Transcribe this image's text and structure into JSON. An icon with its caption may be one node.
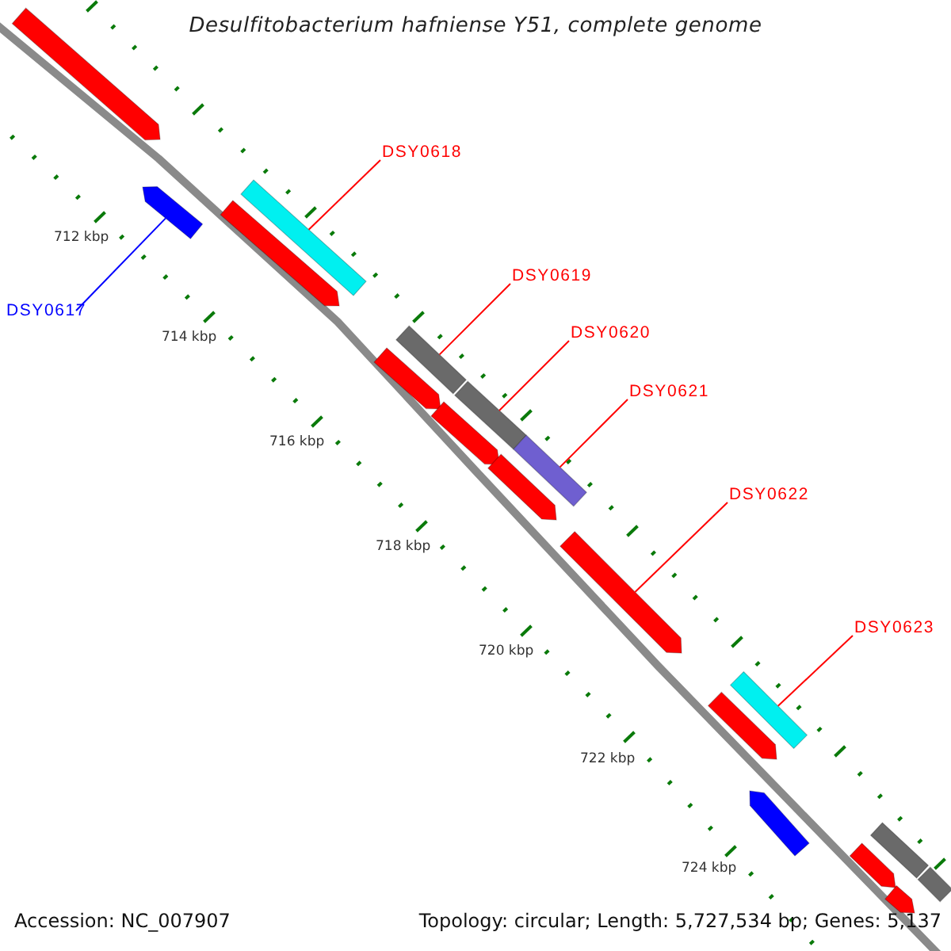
{
  "diagram": {
    "title": "Desulfitobacterium hafniense Y51, complete genome",
    "nodes": [
      {
        "text": [],
        "shape": "block"
      },
      {
        "text": [],
        "shape": "block"
      },
      {
        "text": [],
        "shape": "bar"
      },
      {
        "text": [],
        "shape": "block"
      },
      {
        "text": [],
        "shape": "bar"
      },
      {
        "text": [],
        "shape": "block"
      },
      {
        "text": [],
        "shape": "bar"
      },
      {
        "text": [],
        "shape": "block"
      },
      {
        "text": [],
        "shape": "bar"
      },
      {
        "text": [],
        "shape": "block"
      },
      {
        "text": [],
        "shape": "block"
      },
      {
        "text": [],
        "shape": "bar"
      },
      {
        "text": [],
        "shape": "block"
      },
      {
        "text": [],
        "shape": "block"
      },
      {
        "text": [],
        "shape": "bar"
      },
      {
        "text": [],
        "shape": "block"
      },
      {
        "text": [],
        "shape": "bar"
      },
      {
        "text": [],
        "shape": "block"
      },
      {
        "text": [
          "DSY0617"
        ]
      },
      {
        "text": [
          "DSY0618"
        ]
      },
      {
        "text": [
          "DSY0619"
        ]
      },
      {
        "text": [
          "DSY0620"
        ]
      },
      {
        "text": [
          "DSY0621"
        ]
      },
      {
        "text": [
          "DSY0622"
        ]
      },
      {
        "text": [
          "DSY0623"
        ]
      }
    ],
    "edges": [
      {
        "from": 18,
        "to": 1,
        "arrow": "none",
        "color": "#0000ff"
      },
      {
        "from": 19,
        "to": 2,
        "arrow": "none"
      },
      {
        "from": 20,
        "to": 4,
        "arrow": "none"
      },
      {
        "from": 21,
        "to": 6,
        "arrow": "none"
      },
      {
        "from": 22,
        "to": 8,
        "arrow": "none"
      },
      {
        "from": 23,
        "to": 10,
        "arrow": "none"
      },
      {
        "from": 24,
        "to": 11,
        "arrow": "none"
      }
    ],
    "labels": [
      "712 kbp",
      "714 kbp",
      "716 kbp",
      "718 kbp",
      "720 kbp",
      "722 kbp",
      "724 kbp",
      "Accession: NC_007907",
      "Topology: circular; Length: 5,727,534 bp; Genes: 5,137"
    ]
  }
}
